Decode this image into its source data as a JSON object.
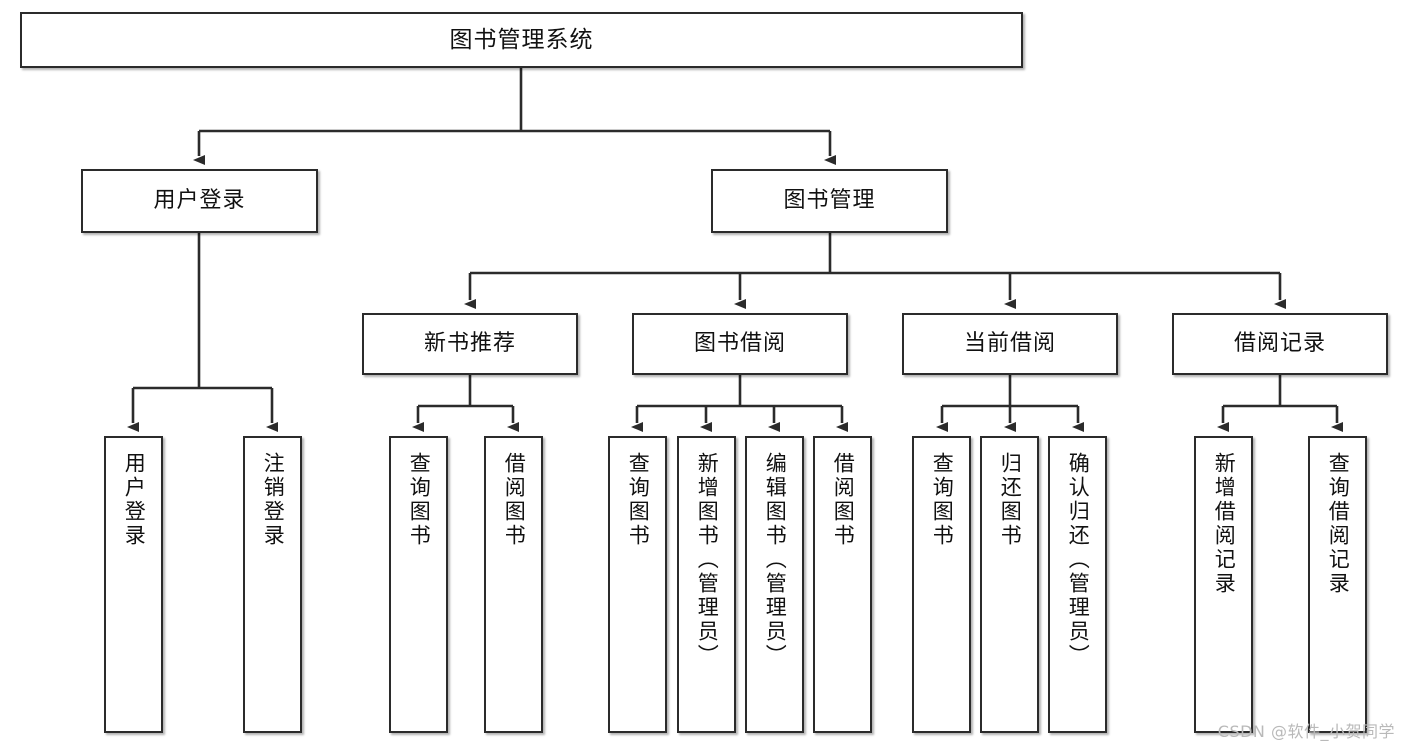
{
  "diagram": {
    "type": "tree",
    "title": "图书管理系统",
    "root": {
      "label": "图书管理系统"
    },
    "level2": [
      {
        "label": "用户登录"
      },
      {
        "label": "图书管理"
      }
    ],
    "level3": [
      {
        "label": "新书推荐"
      },
      {
        "label": "图书借阅"
      },
      {
        "label": "当前借阅"
      },
      {
        "label": "借阅记录"
      }
    ],
    "leaves": {
      "user_login": [
        {
          "label": "用户登录"
        },
        {
          "label": "注销登录"
        }
      ],
      "new_book_recommend": [
        {
          "label": "查询图书"
        },
        {
          "label": "借阅图书"
        }
      ],
      "book_borrow": [
        {
          "label": "查询图书"
        },
        {
          "label": "新增图书（管理员）"
        },
        {
          "label": "编辑图书（管理员）"
        },
        {
          "label": "借阅图书"
        }
      ],
      "current_borrow": [
        {
          "label": "查询图书"
        },
        {
          "label": "归还图书"
        },
        {
          "label": "确认归还（管理员）"
        }
      ],
      "borrow_record": [
        {
          "label": "新增借阅记录"
        },
        {
          "label": "查询借阅记录"
        }
      ]
    }
  },
  "watermark": {
    "text": "CSDN @软件_小贺同学"
  },
  "colors": {
    "border": "#2b2b2b",
    "background": "#ffffff",
    "text": "#111111",
    "watermark": "#b9b9b9"
  }
}
